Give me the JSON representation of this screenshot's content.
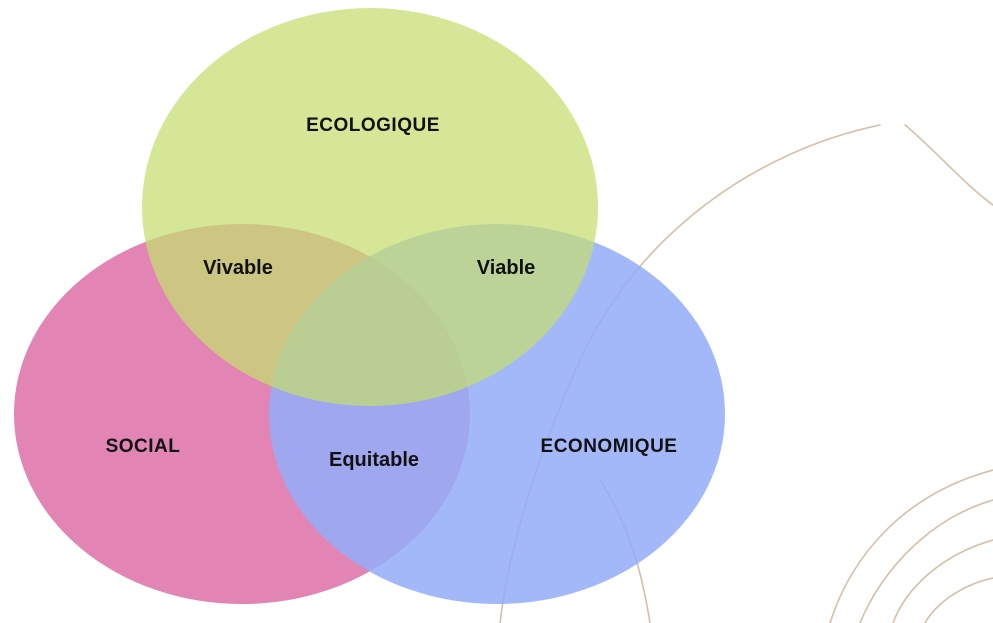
{
  "diagram": {
    "sets": {
      "ecologique": {
        "label": "ECOLOGIQUE",
        "color": "#c5de6f"
      },
      "social": {
        "label": "SOCIAL",
        "color": "#e07aae"
      },
      "economique": {
        "label": "ECONOMIQUE",
        "color": "#94acf8"
      }
    },
    "regions": {
      "ecologique_social": "Vivable",
      "ecologique_economique": "Viable",
      "social_economique": "Equitable"
    },
    "background_sketch_color": "#c9a98a"
  }
}
